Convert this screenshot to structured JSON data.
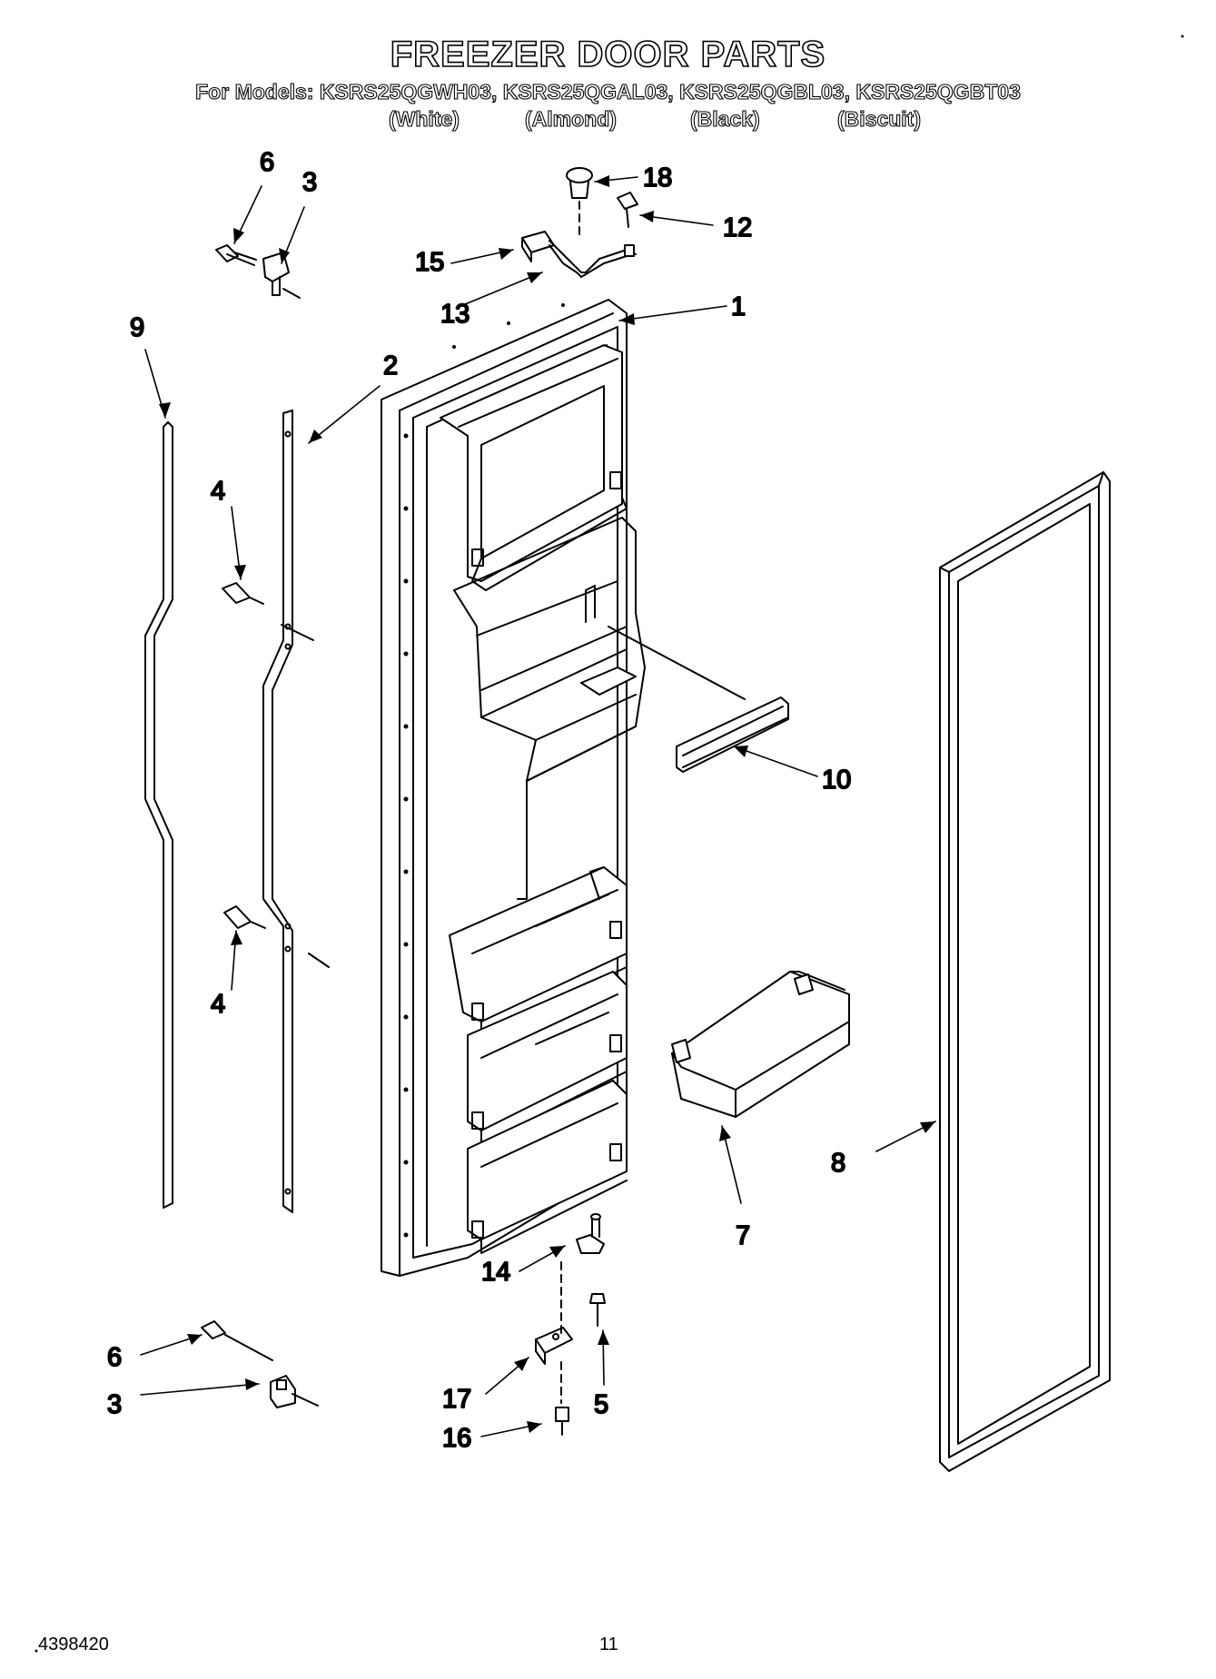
{
  "header": {
    "title": "FREEZER DOOR PARTS",
    "models_line": "For Models: KSRS25QGWH03, KSRS25QGAL03, KSRS25QGBL03, KSRS25QGBT03",
    "colors": [
      "(White)",
      "(Almond)",
      "(Black)",
      "(Biscuit)"
    ]
  },
  "callouts": [
    "1",
    "2",
    "3",
    "3",
    "4",
    "4",
    "5",
    "6",
    "6",
    "7",
    "8",
    "9",
    "10",
    "12",
    "13",
    "14",
    "15",
    "16",
    "17",
    "18"
  ],
  "footer": {
    "part_number": "4398420",
    "page_number": "11"
  }
}
